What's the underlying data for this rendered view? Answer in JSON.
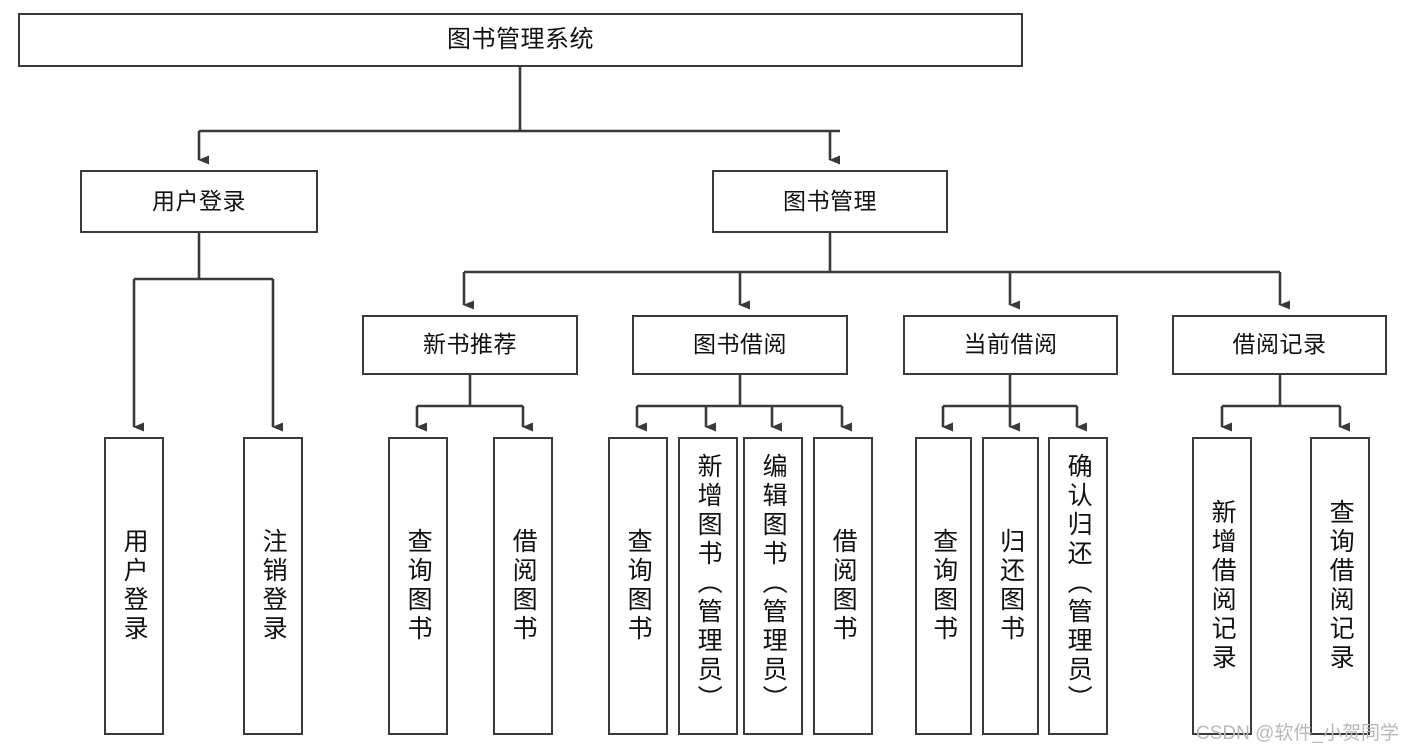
{
  "diagram": {
    "title": "图书管理系统",
    "type": "tree",
    "watermark": "CSDN @软件_小贺同学",
    "colors": {
      "box_border": "#3a3a3a",
      "box_fill": "#ffffff",
      "line": "#3a3a3a",
      "text": "#111111",
      "watermark": "#b9b9b9"
    },
    "nodes": {
      "root": {
        "label": "图书管理系统"
      },
      "level1": [
        {
          "label": "用户登录"
        },
        {
          "label": "图书管理"
        }
      ],
      "level2": [
        {
          "label": "新书推荐"
        },
        {
          "label": "图书借阅"
        },
        {
          "label": "当前借阅"
        },
        {
          "label": "借阅记录"
        }
      ],
      "leaves": {
        "user_login": [
          {
            "label": "用户登录"
          },
          {
            "label": "注销登录"
          }
        ],
        "new_book": [
          {
            "label": "查询图书"
          },
          {
            "label": "借阅图书"
          }
        ],
        "book_borrow": [
          {
            "label": "查询图书"
          },
          {
            "label": "新增图书（管理员）"
          },
          {
            "label": "编辑图书（管理员）"
          },
          {
            "label": "借阅图书"
          }
        ],
        "current_borrow": [
          {
            "label": "查询图书"
          },
          {
            "label": "归还图书"
          },
          {
            "label": "确认归还（管理员）"
          }
        ],
        "borrow_record": [
          {
            "label": "新增借阅记录"
          },
          {
            "label": "查询借阅记录"
          }
        ]
      }
    }
  }
}
